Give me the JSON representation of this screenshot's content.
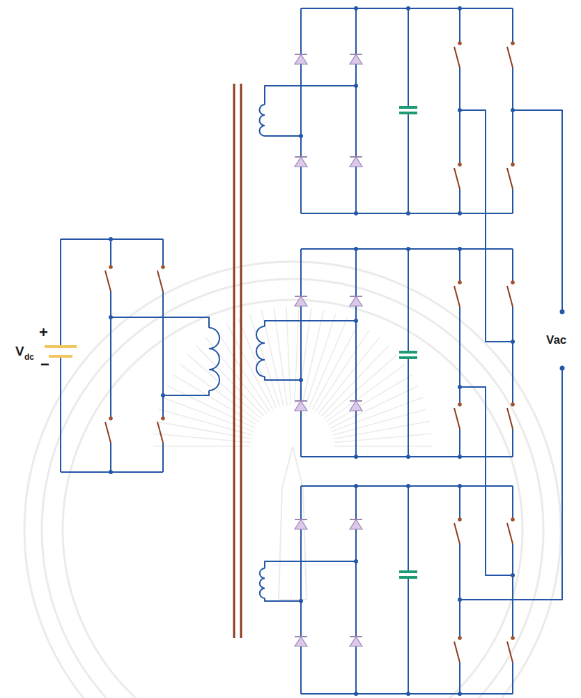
{
  "diagram": {
    "labels": [
      "V",
      "dc",
      "+",
      "−",
      "Vac"
    ]
  }
}
